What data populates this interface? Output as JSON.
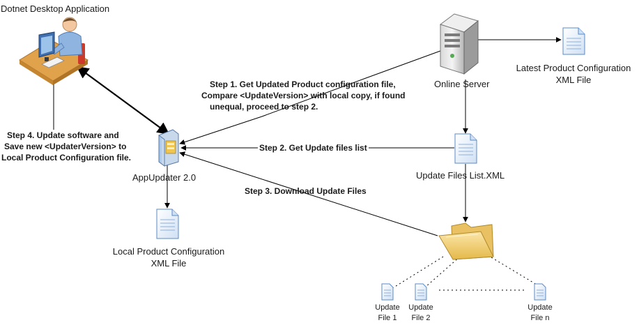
{
  "nodes": {
    "desktop_app": "Dotnet Desktop Application",
    "online_server": "Online Server",
    "latest_config": [
      "Latest Product Configuration",
      "XML File"
    ],
    "app_updater": "AppUpdater 2.0",
    "update_files_list": "Update Files List.XML",
    "local_config": [
      "Local Product Configuration",
      "XML File"
    ],
    "update_file_1": [
      "Update",
      "File 1"
    ],
    "update_file_2": [
      "Update",
      "File 2"
    ],
    "update_file_n": [
      "Update",
      "File n"
    ]
  },
  "steps": {
    "step1": [
      "Step 1. Get Updated Product configuration file,",
      "Compare <UpdateVersion> with local copy, if found",
      "unequal, proceed to step 2."
    ],
    "step2": "Step 2. Get Update files list",
    "step3": "Step 3. Download Update Files",
    "step4": [
      "Step 4. Update software and",
      "Save new <UpdaterVersion> to",
      "Local Product Configuration file."
    ]
  },
  "icons": {
    "desktop_app": "user-at-computer-icon",
    "online_server": "server-icon",
    "app_updater": "application-icon",
    "documents": "xml-document-icon",
    "folder": "folder-icon"
  },
  "colors": {
    "line": "#000000",
    "doc_fill": "#e8f1fb",
    "doc_stroke": "#5b8bc9",
    "folder_fill": "#f2d27a",
    "folder_stroke": "#b08a2a"
  }
}
